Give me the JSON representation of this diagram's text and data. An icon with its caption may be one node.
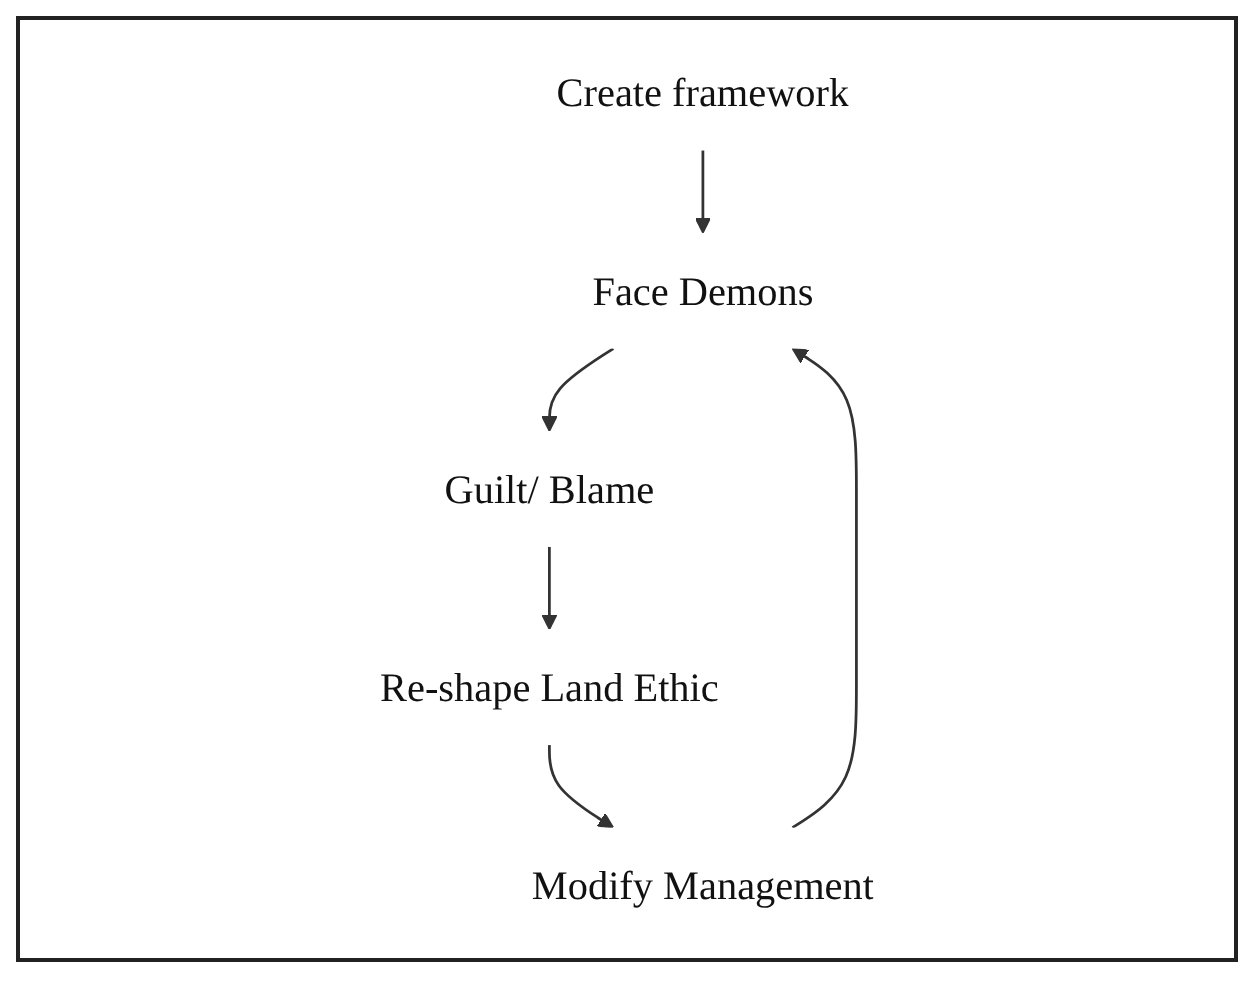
{
  "diagram": {
    "nodes": [
      {
        "text": [
          "Create framework"
        ]
      },
      {
        "text": [
          "Face Demons"
        ]
      },
      {
        "text": [
          "Guilt/ Blame"
        ]
      },
      {
        "text": [
          "Re-shape Land Ethic"
        ]
      },
      {
        "text": [
          "Modify Management"
        ]
      }
    ],
    "edges": [
      {
        "from": 0,
        "to": 1,
        "arrow": "to"
      },
      {
        "from": 1,
        "to": 2,
        "arrow": "to"
      },
      {
        "from": 2,
        "to": 3,
        "arrow": "to"
      },
      {
        "from": 3,
        "to": 4,
        "arrow": "to"
      },
      {
        "from": 4,
        "to": 1,
        "arrow": "to"
      }
    ]
  }
}
